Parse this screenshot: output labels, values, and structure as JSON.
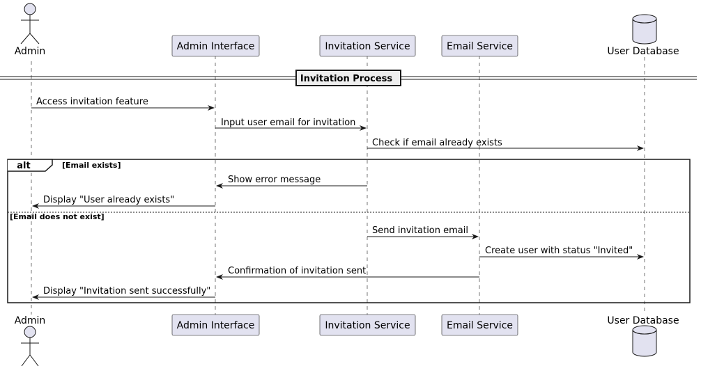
{
  "participants": [
    {
      "id": "admin",
      "label": "Admin",
      "kind": "actor"
    },
    {
      "id": "ui",
      "label": "Admin Interface",
      "kind": "box"
    },
    {
      "id": "inv",
      "label": "Invitation Service",
      "kind": "box"
    },
    {
      "id": "email",
      "label": "Email Service",
      "kind": "box"
    },
    {
      "id": "db",
      "label": "User Database",
      "kind": "database"
    }
  ],
  "divider": {
    "label": "Invitation Process"
  },
  "messages": [
    {
      "from": "admin",
      "to": "ui",
      "label": "Access invitation feature"
    },
    {
      "from": "ui",
      "to": "inv",
      "label": "Input user email for invitation"
    },
    {
      "from": "inv",
      "to": "db",
      "label": "Check if email already exists"
    },
    {
      "from": "inv",
      "to": "ui",
      "label": "Show error message"
    },
    {
      "from": "ui",
      "to": "admin",
      "label": "Display \"User already exists\""
    },
    {
      "from": "inv",
      "to": "email",
      "label": "Send invitation email"
    },
    {
      "from": "email",
      "to": "db",
      "label": "Create user with status \"Invited\""
    },
    {
      "from": "email",
      "to": "ui",
      "label": "Confirmation of invitation sent"
    },
    {
      "from": "ui",
      "to": "admin",
      "label": "Display \"Invitation sent successfully\""
    }
  ],
  "alt_fragment": {
    "keyword": "alt",
    "branches": [
      {
        "guard": "[Email exists]"
      },
      {
        "guard": "[Email does not exist]"
      }
    ]
  },
  "colors": {
    "participant_fill": "#E2E2F0",
    "participant_border": "#181818",
    "lifeline": "#181818",
    "divider_fill": "#EEEEEE",
    "line": "#181818"
  }
}
